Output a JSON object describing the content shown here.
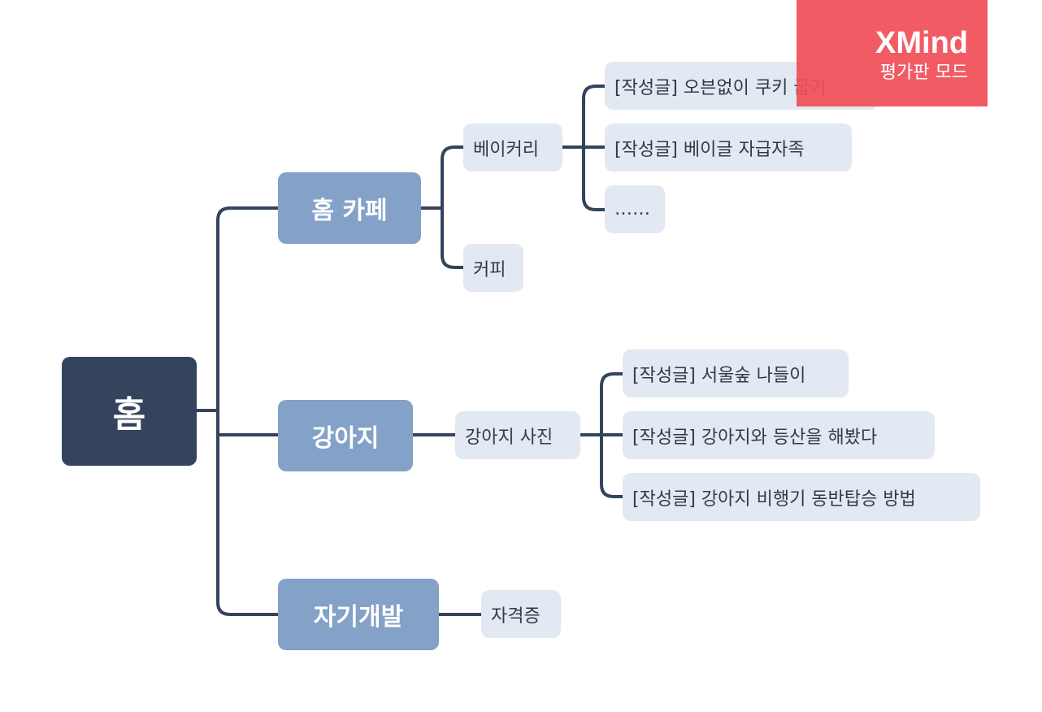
{
  "root": {
    "label": "홈"
  },
  "topics": {
    "home_cafe": {
      "label": "홈 카페",
      "bakery": {
        "label": "베이커리",
        "posts": [
          "[작성글] 오븐없이 쿠키 굽기",
          "[작성글] 베이글 자급자족",
          "……"
        ]
      },
      "coffee": {
        "label": "커피"
      }
    },
    "dog": {
      "label": "강아지",
      "photos": {
        "label": "강아지 사진",
        "posts": [
          "[작성글] 서울숲 나들이",
          "[작성글] 강아지와 등산을 해봤다",
          "[작성글] 강아지 비행기 동반탑승 방법"
        ]
      }
    },
    "self_dev": {
      "label": "자기개발",
      "cert": {
        "label": "자격증"
      }
    }
  },
  "watermark": {
    "brand": "XMind",
    "mode": "평가판 모드"
  },
  "colors": {
    "root": "#33445c",
    "main_topic": "#84a1c7",
    "subtopic": "#e2e9f2",
    "connector": "#33445c",
    "watermark": "#f05058"
  }
}
